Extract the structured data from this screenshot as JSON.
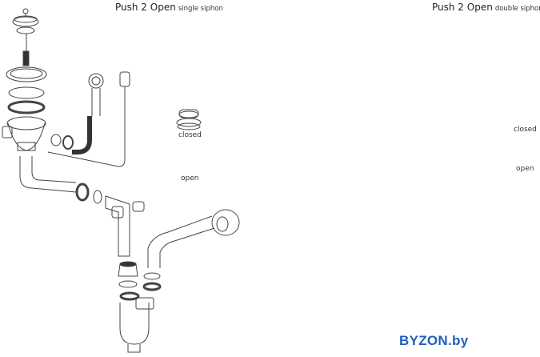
{
  "left_panel": {
    "title_main": "Push 2 Open",
    "title_sub": "single siphon",
    "state_labels": {
      "closed": "closed",
      "open": "open"
    }
  },
  "right_panel": {
    "title_main": "Push 2 Open",
    "title_sub": "double siphon",
    "state_labels": {
      "closed": "closed",
      "open": "open"
    }
  },
  "icons": {
    "no_drill": "no-drill-icon",
    "screwdriver_plus": "screwdriver-phillips-icon",
    "screwdriver_minus": "screwdriver-flat-icon"
  },
  "watermark": "BYZON.by",
  "colors": {
    "line": "#444444",
    "watermark": "#1f5fbf"
  }
}
